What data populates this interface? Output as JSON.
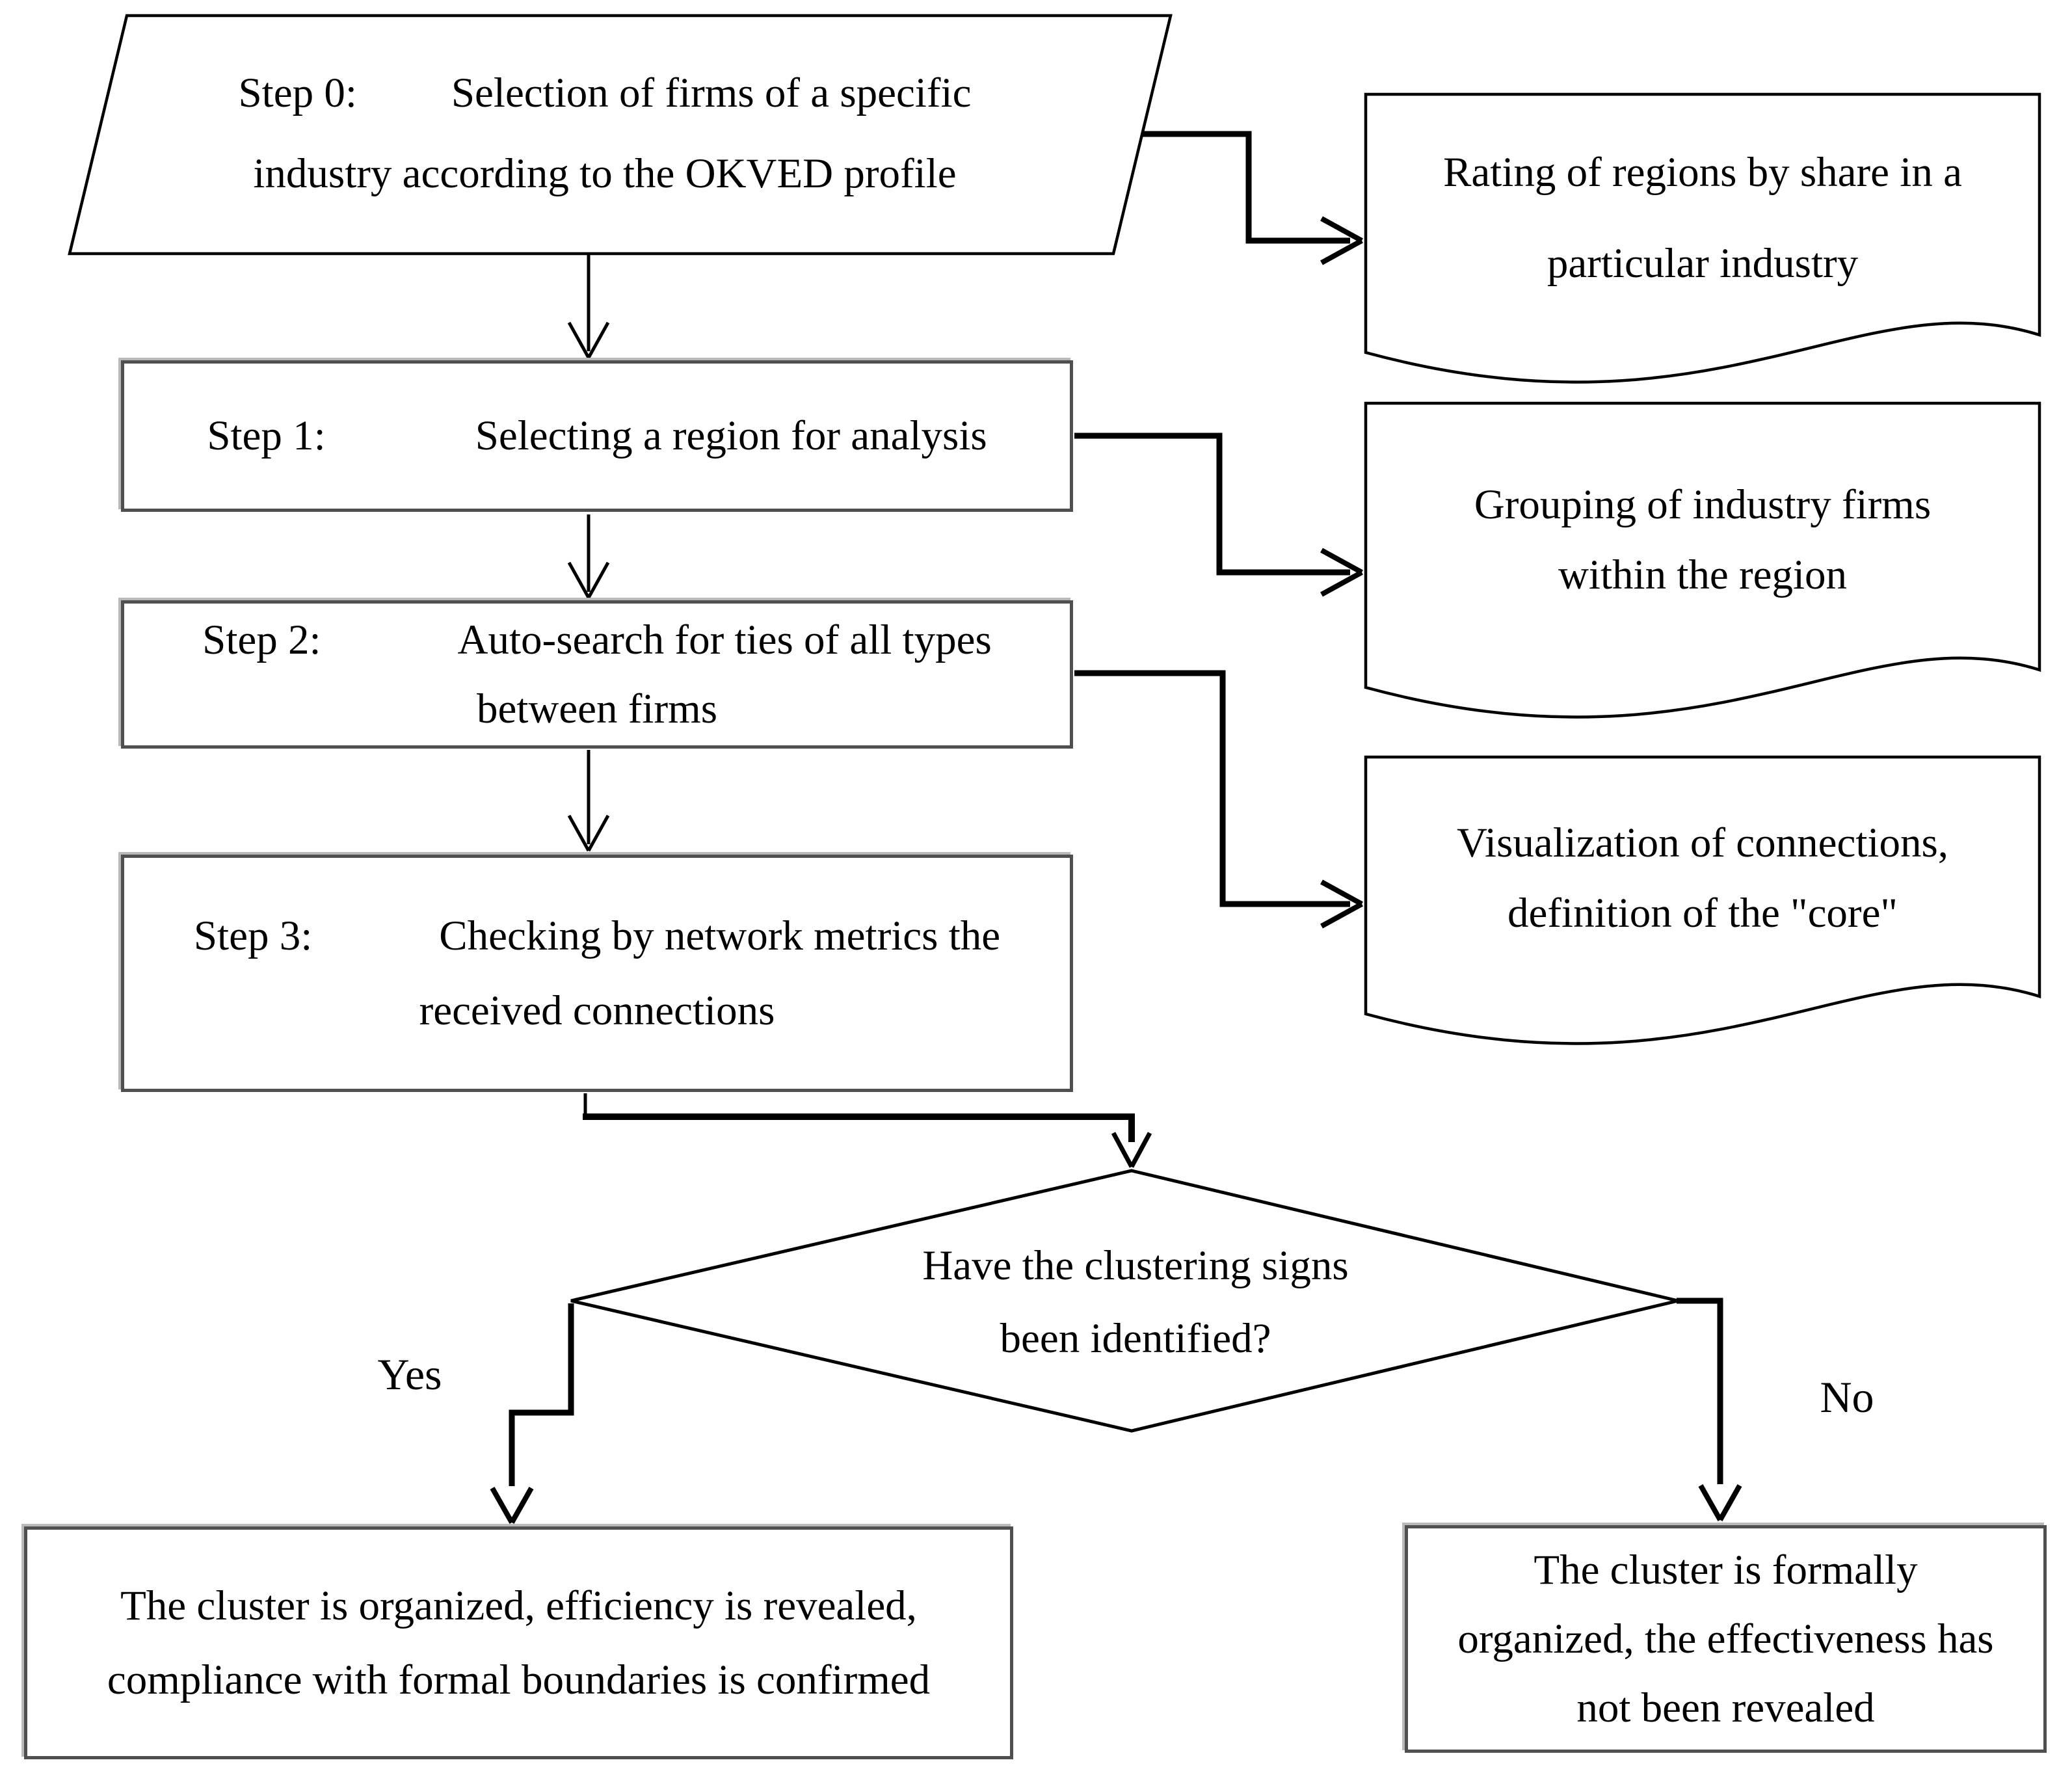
{
  "nodes": {
    "step0": {
      "label": "Step 0:",
      "lines": [
        "Selection of firms of a specific",
        "industry according to the OKVED profile"
      ]
    },
    "step1": {
      "label": "Step 1:",
      "lines": [
        "Selecting a region for analysis"
      ]
    },
    "step2": {
      "label": "Step 2:",
      "lines": [
        "Auto-search for ties of all types",
        "between firms"
      ]
    },
    "step3": {
      "label": "Step 3:",
      "lines": [
        "Checking by network metrics the",
        "received connections"
      ]
    },
    "decision": {
      "lines": [
        "Have the clustering signs",
        "been identified?"
      ]
    },
    "outcome_yes": {
      "lines": [
        "The cluster is organized, efficiency is revealed,",
        "compliance with formal boundaries is confirmed"
      ]
    },
    "outcome_no": {
      "lines": [
        "The cluster is formally",
        "organized, the effectiveness has",
        "not been revealed"
      ]
    }
  },
  "documents": {
    "doc1": {
      "lines": [
        "Rating of regions by share in a",
        "particular industry"
      ]
    },
    "doc2": {
      "lines": [
        "Grouping of industry firms",
        "within the region"
      ]
    },
    "doc3": {
      "lines": [
        "Visualization of connections,",
        "definition of the \"core\""
      ]
    }
  },
  "branch_labels": {
    "yes": "Yes",
    "no": "No"
  },
  "colors": {
    "stroke": "#000000",
    "box_border": "#4f4f4f",
    "background": "#ffffff"
  }
}
